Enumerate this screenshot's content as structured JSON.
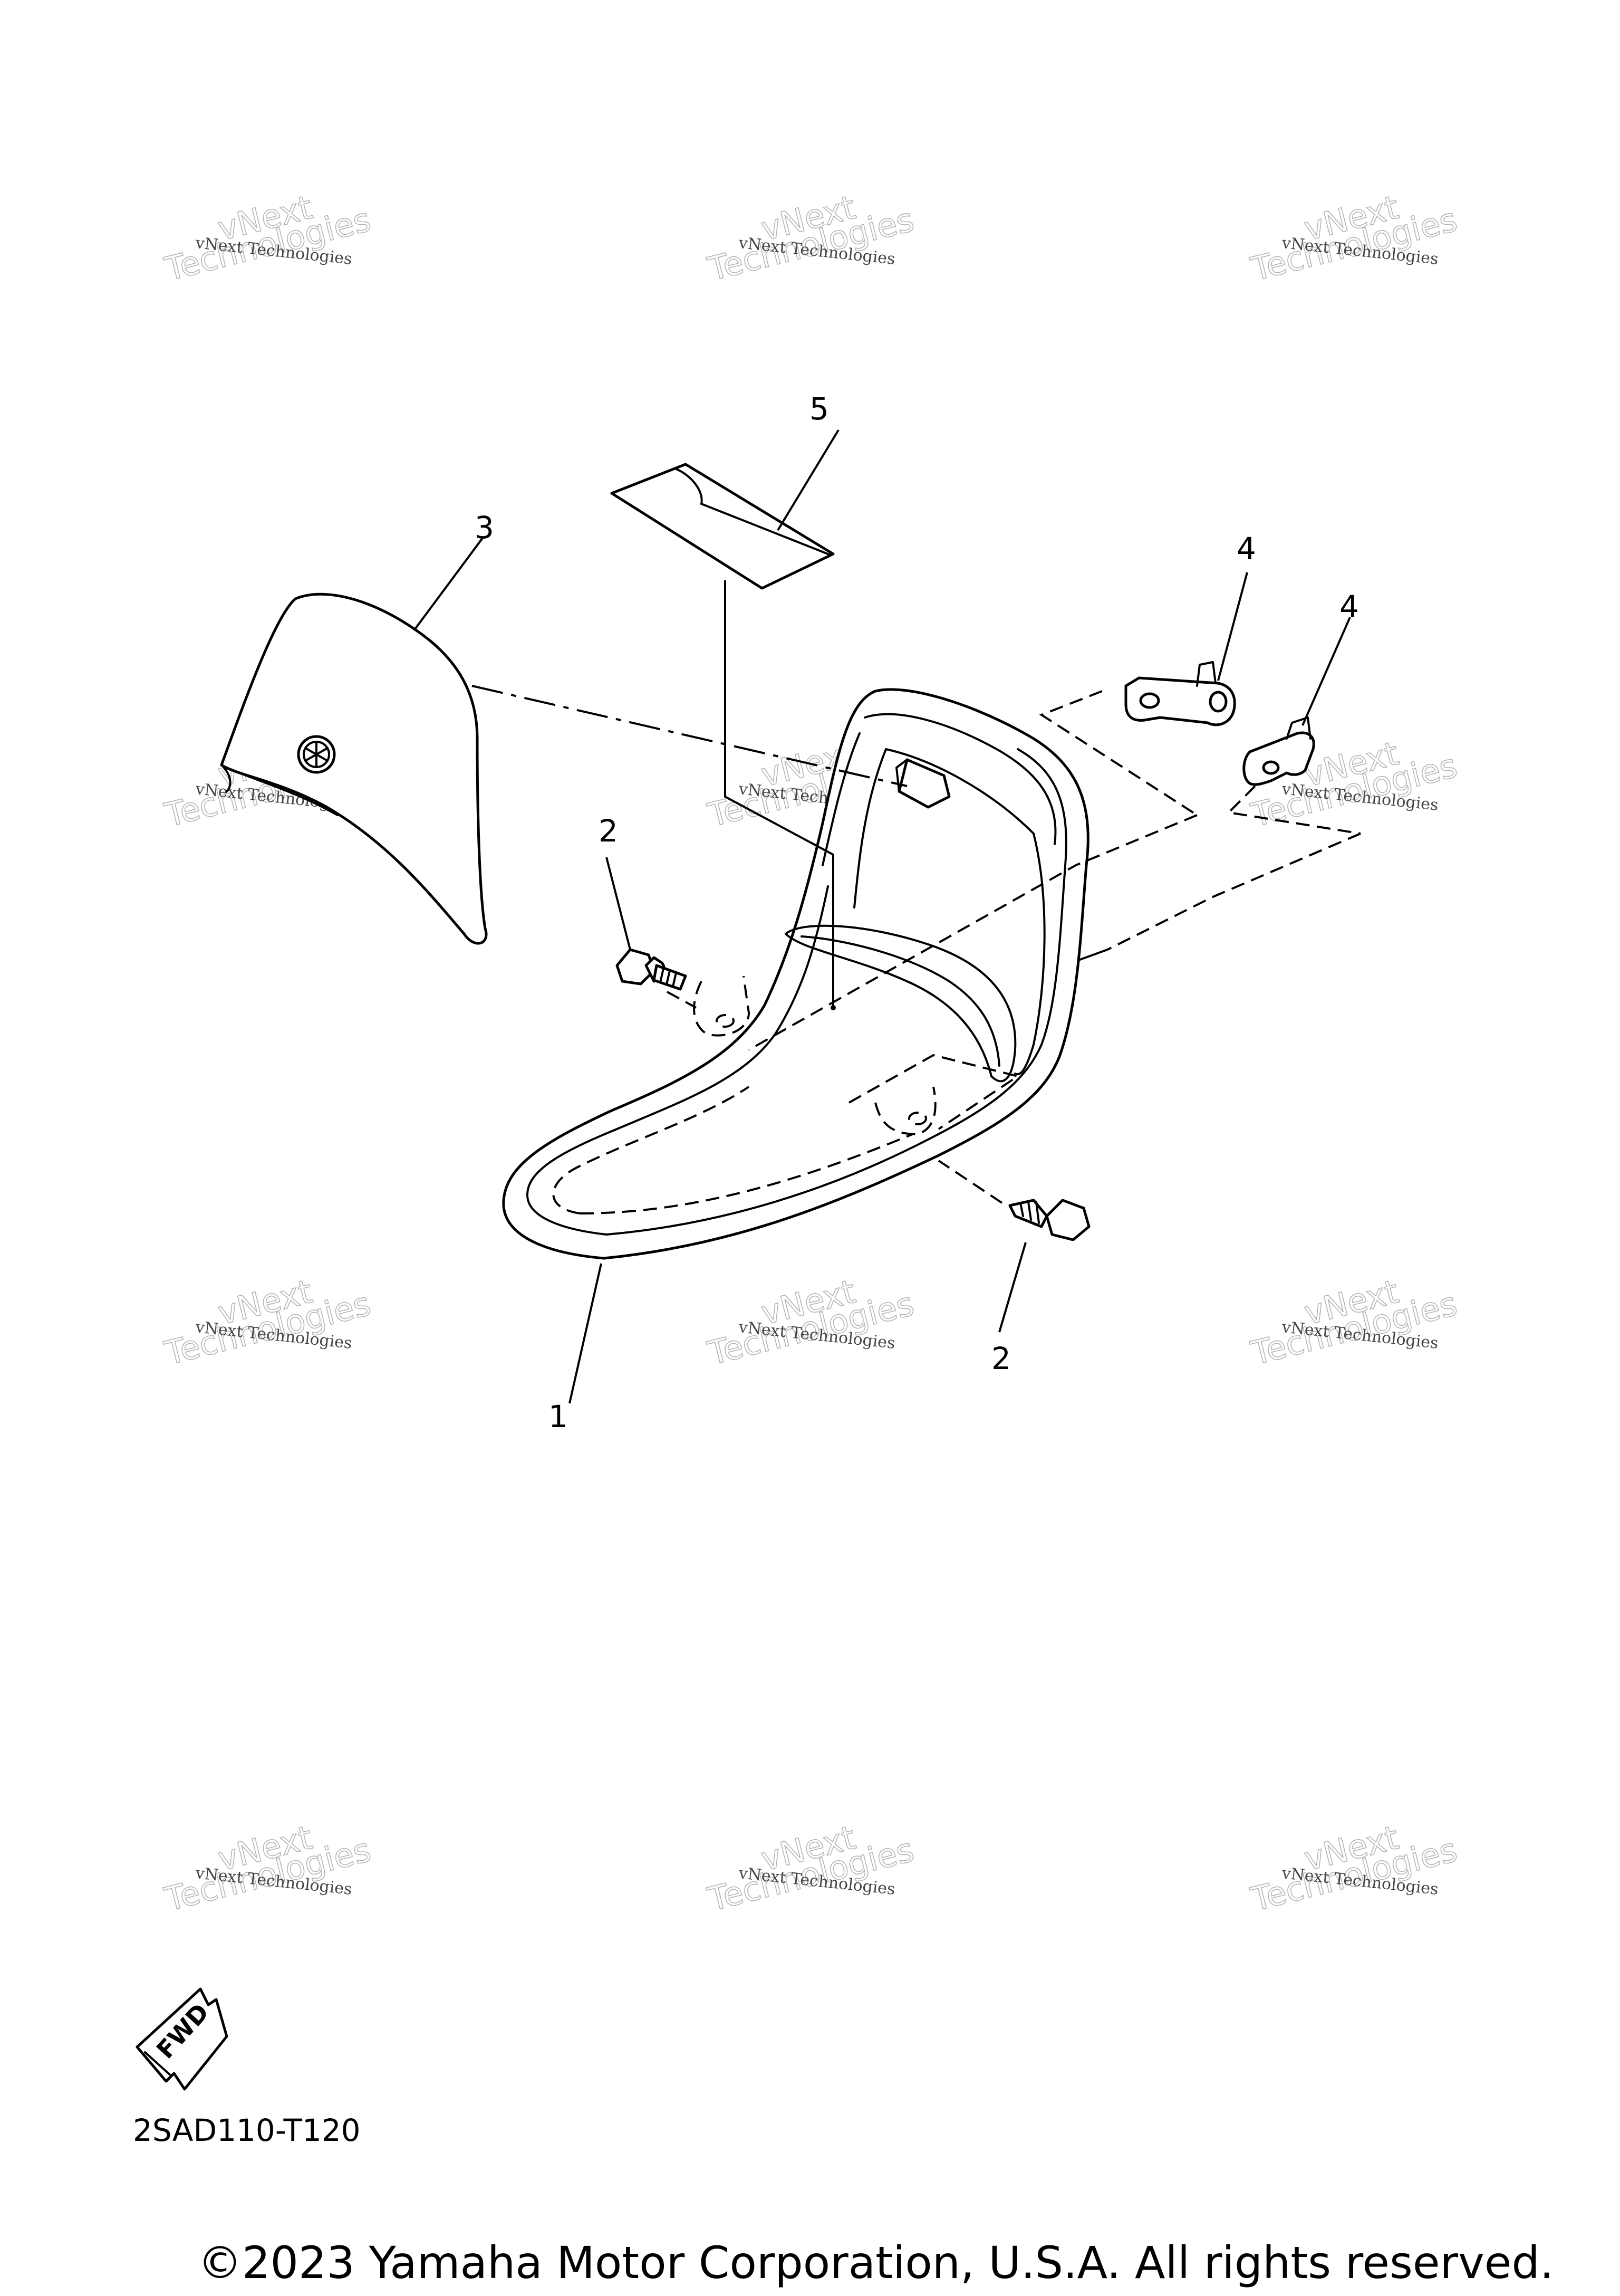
{
  "callouts": [
    {
      "id": "callout-1",
      "label": "1"
    },
    {
      "id": "callout-2a",
      "label": "2"
    },
    {
      "id": "callout-2b",
      "label": "2"
    },
    {
      "id": "callout-3",
      "label": "3"
    },
    {
      "id": "callout-4a",
      "label": "4"
    },
    {
      "id": "callout-4b",
      "label": "4"
    },
    {
      "id": "callout-5",
      "label": "5"
    }
  ],
  "watermark": {
    "small_text": "vNext Technologies",
    "big_top": "vNext",
    "big_bottom": "Technologies"
  },
  "fwd_label": "FWD",
  "diagram_code": "2SAD110-T120",
  "copyright": "©2023 Yamaha Motor Corporation, U.S.A. All rights reserved."
}
